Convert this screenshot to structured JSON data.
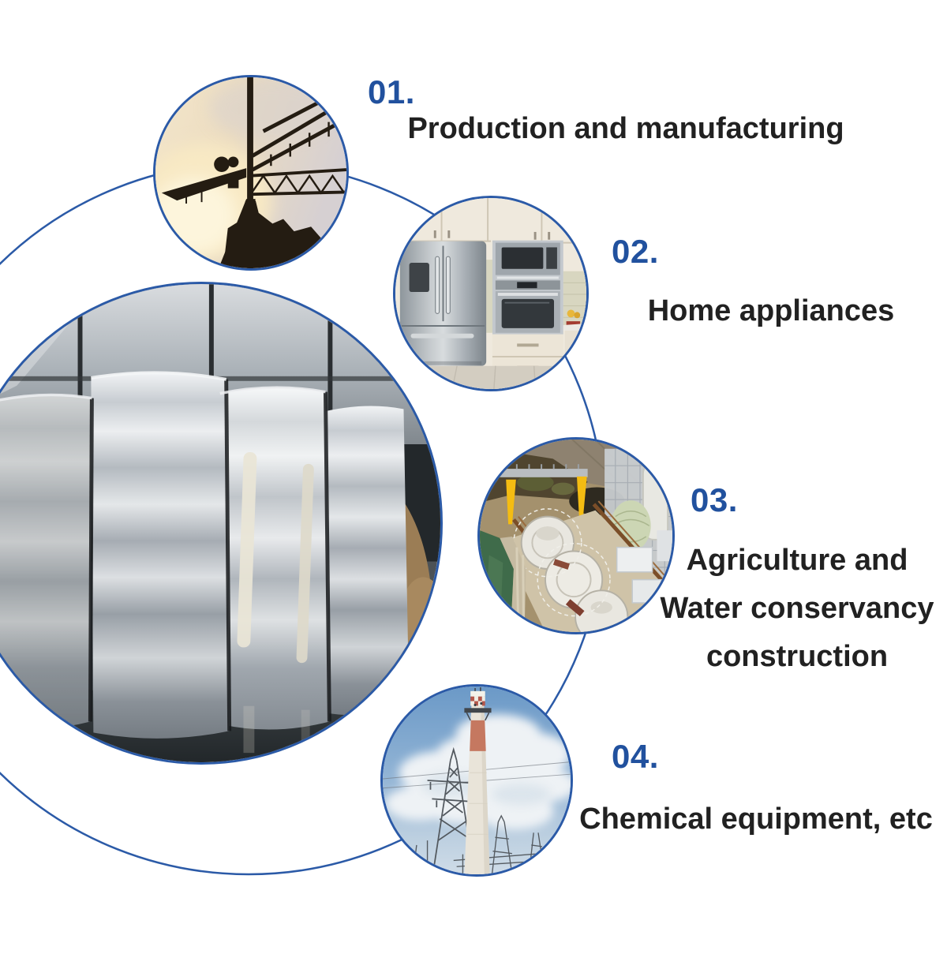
{
  "colors": {
    "accent": "#2b5aa7",
    "number": "#21519e",
    "label": "#212121",
    "background": "#ffffff"
  },
  "items": [
    {
      "number": "01.",
      "label_lines": [
        "Production and manufacturing"
      ],
      "photo": "industrial-crane-sunset-photo"
    },
    {
      "number": "02.",
      "label_lines": [
        "Home appliances"
      ],
      "photo": "kitchen-appliances-photo"
    },
    {
      "number": "03.",
      "label_lines": [
        "Agriculture and",
        "Water conservancy",
        "construction"
      ],
      "photo": "hydropower-construction-site-photo"
    },
    {
      "number": "04.",
      "label_lines": [
        "Chemical equipment, etc"
      ],
      "photo": "chimney-power-lines-photo"
    }
  ],
  "center": {
    "photo": "steel-strip-coils-photo"
  }
}
